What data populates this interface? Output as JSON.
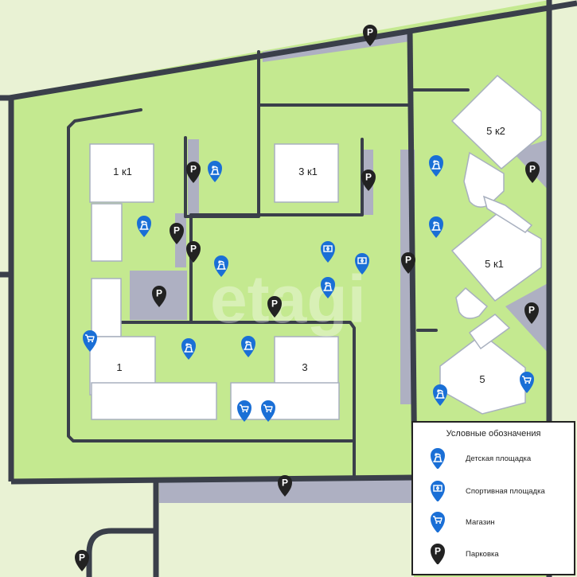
{
  "buildings": [
    {
      "id": "1k1",
      "label": "1 к1"
    },
    {
      "id": "3k1",
      "label": "3 к1"
    },
    {
      "id": "5k2",
      "label": "5 к2"
    },
    {
      "id": "5k1",
      "label": "5 к1"
    },
    {
      "id": "5",
      "label": "5"
    },
    {
      "id": "1",
      "label": "1"
    },
    {
      "id": "3",
      "label": "3"
    }
  ],
  "legend": {
    "title": "Условные обозначения",
    "items": [
      {
        "icon": "playground-icon",
        "label": "Детская площадка"
      },
      {
        "icon": "sports-ground-icon",
        "label": "Спортивная площадка"
      },
      {
        "icon": "shop-icon",
        "label": "Магазин"
      },
      {
        "icon": "parking-icon",
        "label": "Парковка"
      }
    ]
  },
  "parking_glyph": "P",
  "watermark": "etagi",
  "colors": {
    "grass": "#c4e990",
    "background": "#e9f2d4",
    "road": "#3a3f4a",
    "parking_area": "#aeb0c2",
    "building": "#ffffff",
    "building_outline": "#a8b0bf",
    "pin_blue": "#1a6fd6",
    "pin_dark": "#222222"
  }
}
